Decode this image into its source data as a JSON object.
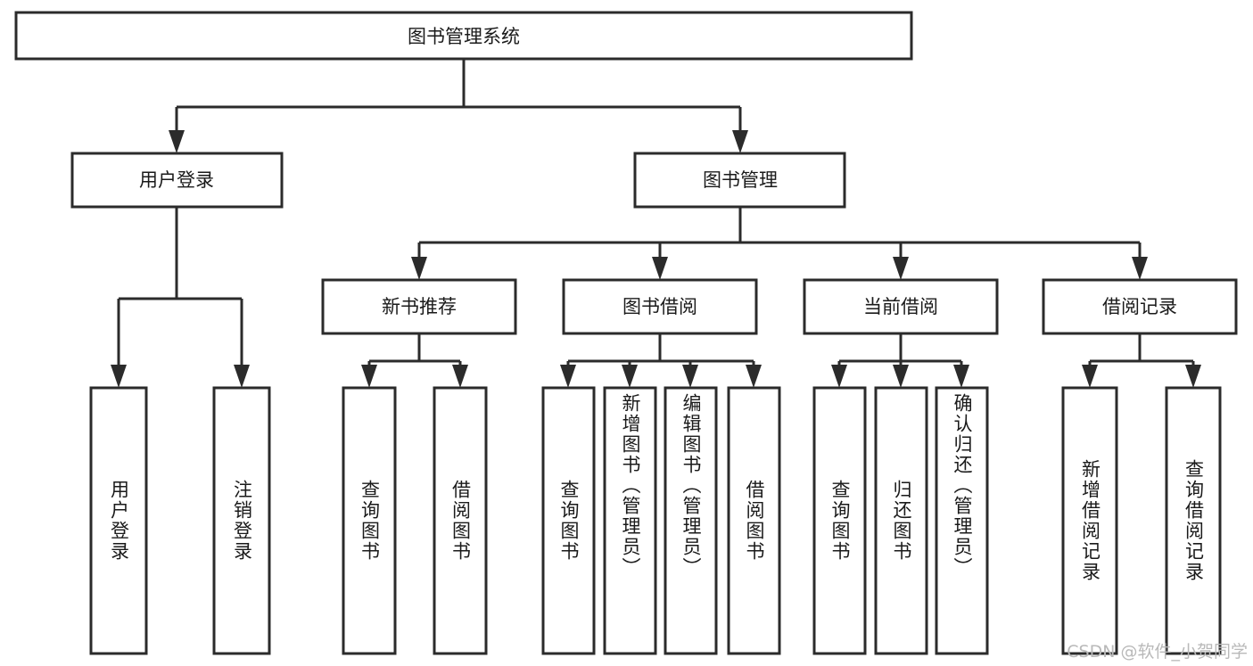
{
  "diagram": {
    "title": "图书管理系统",
    "type": "tree-hierarchy",
    "watermark": "CSDN @软件_小贺同学",
    "colors": {
      "stroke": "#2b2b2b",
      "box_fill": "#ffffff",
      "text": "#1a1a1a",
      "background": "#ffffff",
      "watermark": "#b9b9b9"
    },
    "root": {
      "label": "图书管理系统"
    },
    "level2": [
      {
        "label": "用户登录"
      },
      {
        "label": "图书管理"
      }
    ],
    "level3": [
      {
        "label": "新书推荐"
      },
      {
        "label": "图书借阅"
      },
      {
        "label": "当前借阅"
      },
      {
        "label": "借阅记录"
      }
    ],
    "leaves_login": [
      {
        "label": "用户登录"
      },
      {
        "label": "注销登录"
      }
    ],
    "leaves_new_books": [
      {
        "label": "查询图书"
      },
      {
        "label": "借阅图书"
      }
    ],
    "leaves_borrow": [
      {
        "label": "查询图书"
      },
      {
        "label": "新增图书（管理员）"
      },
      {
        "label": "编辑图书（管理员）"
      },
      {
        "label": "借阅图书"
      }
    ],
    "leaves_current": [
      {
        "label": "查询图书"
      },
      {
        "label": "归还图书"
      },
      {
        "label": "确认归还（管理员）"
      }
    ],
    "leaves_records": [
      {
        "label": "新增借阅记录"
      },
      {
        "label": "查询借阅记录"
      }
    ]
  }
}
